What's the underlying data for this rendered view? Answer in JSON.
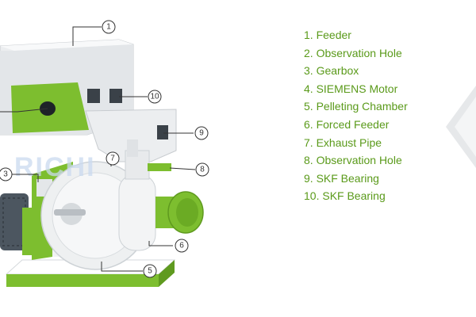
{
  "brand": "RICHI",
  "colors": {
    "accent": "#7dbe2f",
    "legend_text": "#5a9a1a",
    "machine_white": "#eef0f1",
    "machine_shadow": "#cdd2d6",
    "motor": "#4c5660",
    "leader": "#333333"
  },
  "parts": [
    {
      "number": "1",
      "label": "1. Feeder"
    },
    {
      "number": "2",
      "label": "2. Observation Hole"
    },
    {
      "number": "3",
      "label": "3. Gearbox"
    },
    {
      "number": "4",
      "label": "4. SIEMENS Motor"
    },
    {
      "number": "5",
      "label": "5. Pelleting Chamber"
    },
    {
      "number": "6",
      "label": "6. Forced Feeder"
    },
    {
      "number": "7",
      "label": "7. Exhaust Pipe"
    },
    {
      "number": "8",
      "label": "8. Observation Hole"
    },
    {
      "number": "9",
      "label": "9. SKF Bearing"
    },
    {
      "number": "10",
      "label": "10. SKF Bearing"
    }
  ]
}
